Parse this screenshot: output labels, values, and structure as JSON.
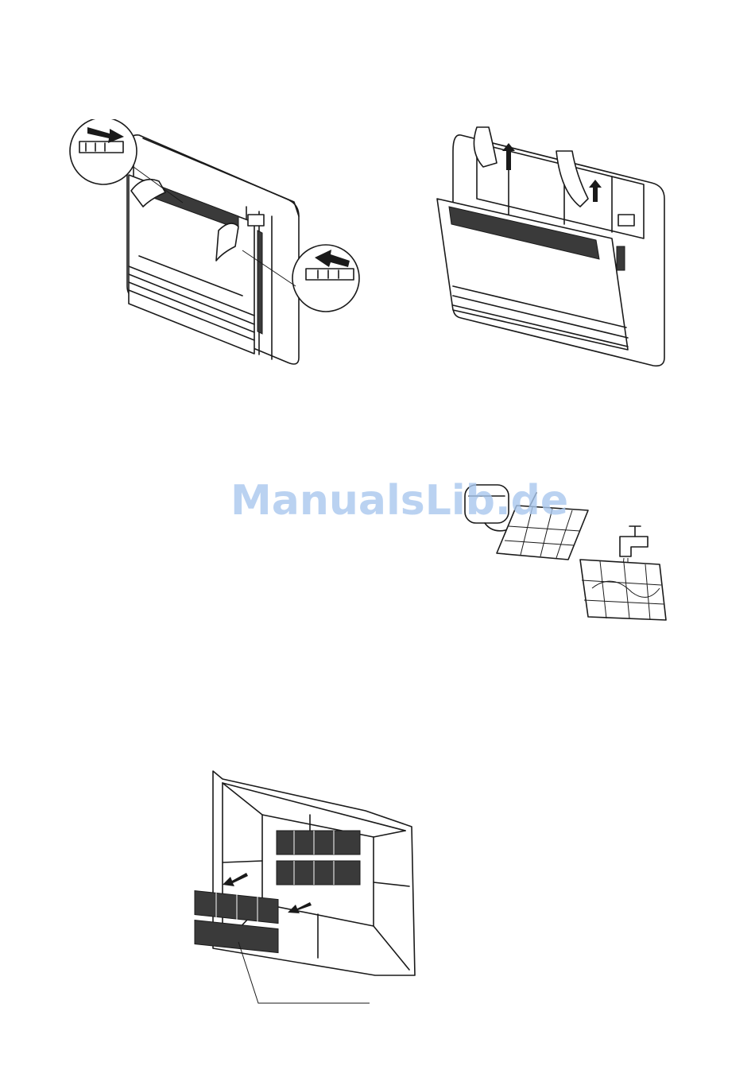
{
  "watermark": {
    "text": "ManualsLib.de"
  },
  "figures": [
    {
      "id": "fig-open-latches",
      "icons": [
        "unit-front-panel",
        "hand-icon",
        "arrow-right-icon",
        "arrow-left-icon"
      ]
    },
    {
      "id": "fig-lift-panel",
      "icons": [
        "unit-front-panel-open",
        "hand-icon",
        "arrow-up-icon"
      ]
    },
    {
      "id": "fig-clean-filter",
      "icons": [
        "vacuum-cleaner-icon",
        "water-tap-icon",
        "filter-icon"
      ]
    },
    {
      "id": "fig-remove-filters",
      "icons": [
        "filter-frame",
        "filter-icon",
        "arrow-down-left-icon"
      ]
    }
  ],
  "colors": {
    "line": "#1a1a1a",
    "watermark": "#aac8ee"
  }
}
